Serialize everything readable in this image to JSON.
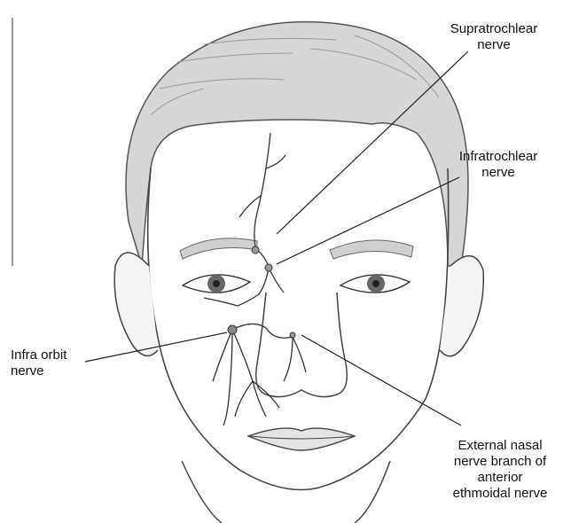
{
  "diagram": {
    "labels": {
      "supratrochlear": {
        "line1": "Supratrochlear",
        "line2": "nerve"
      },
      "infratrochlear": {
        "line1": "Infratrochlear",
        "line2": "nerve"
      },
      "infra_orbit": {
        "line1": "Infra orbit",
        "line2": "nerve"
      },
      "external_nasal": {
        "line1": "External nasal",
        "line2": "nerve branch of",
        "line3": "anterior",
        "line4": "ethmoidal nerve"
      }
    },
    "colors": {
      "ink": "#2a2a2a",
      "hair": "#cfcfcf",
      "skin": "#ffffff",
      "nerve": "#333333"
    }
  }
}
